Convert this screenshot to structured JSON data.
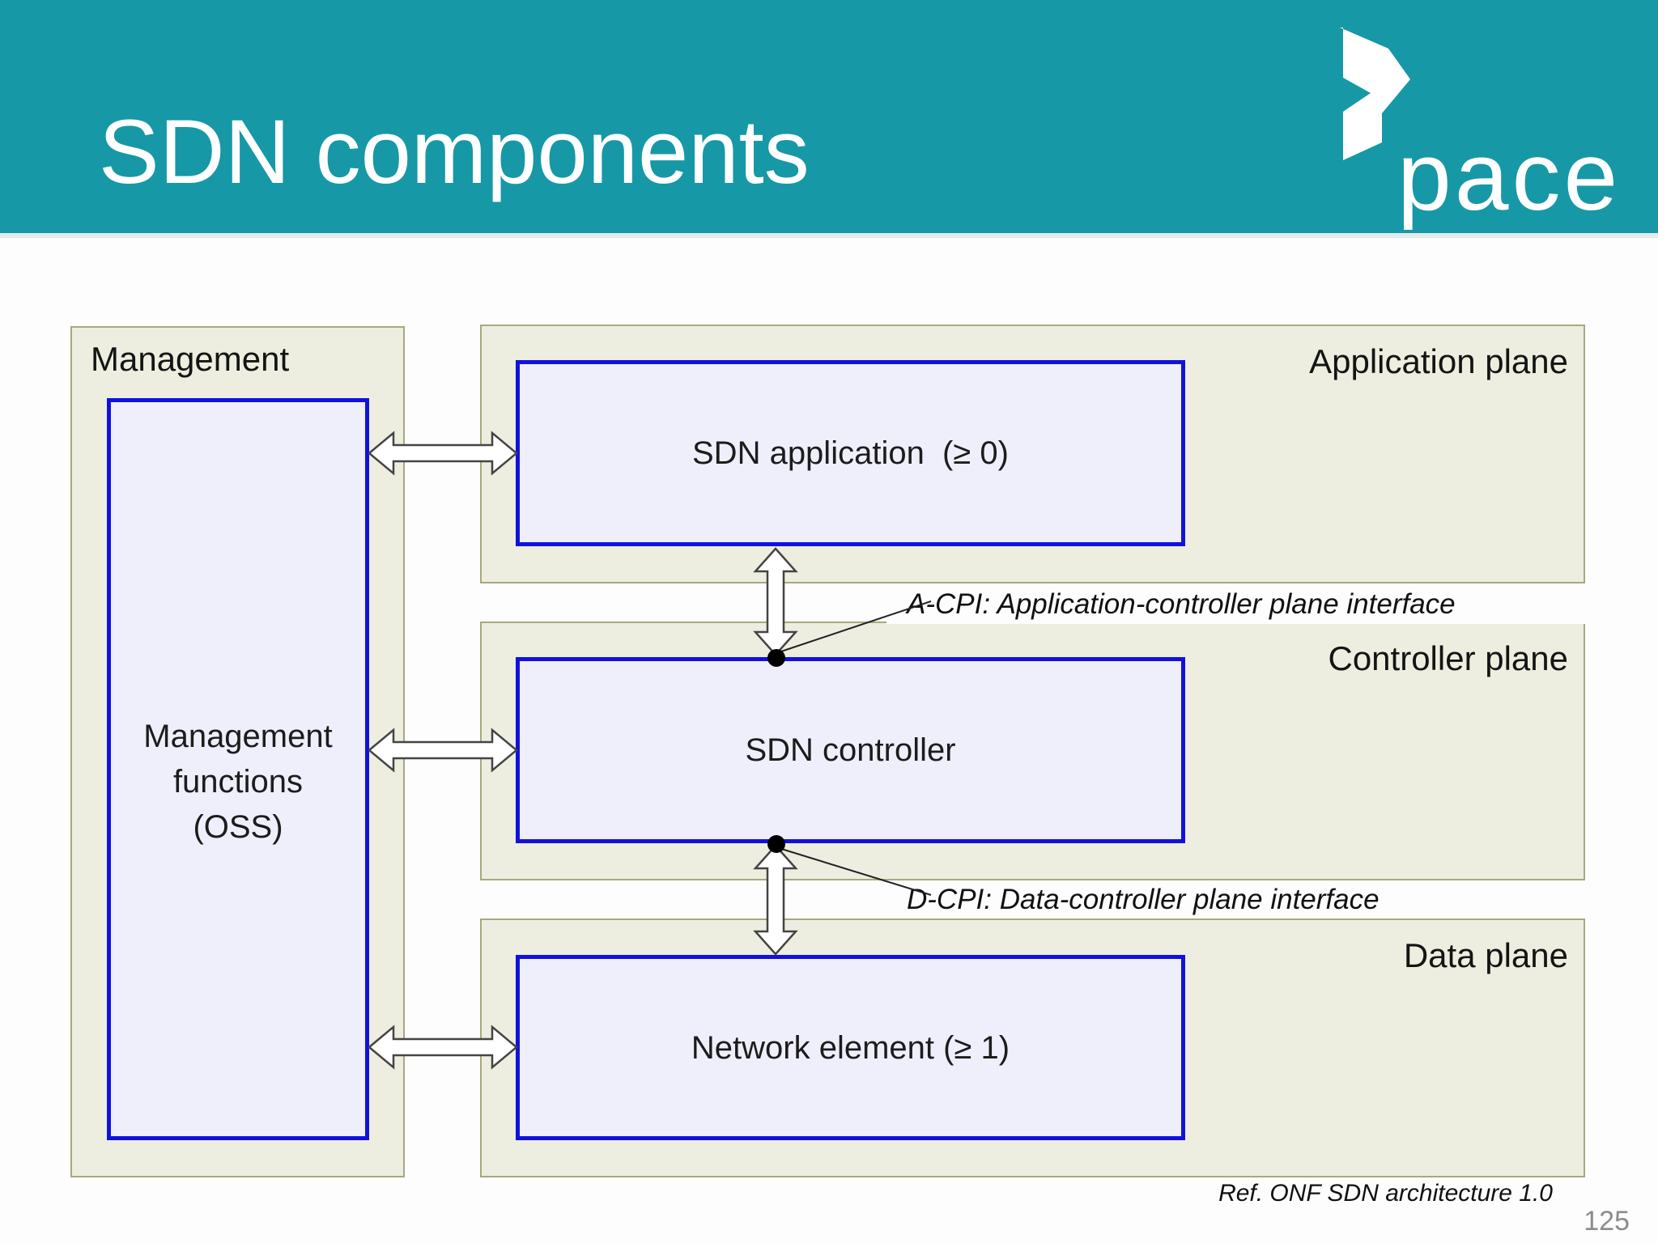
{
  "slide": {
    "title": "SDN components",
    "logo_text": "pace",
    "reference": "Ref. ONF SDN architecture 1.0",
    "page_number": "125"
  },
  "management": {
    "panel_label": "Management",
    "box_lines": [
      "Management",
      "functions",
      "(OSS)"
    ]
  },
  "planes": {
    "application": {
      "label": "Application plane",
      "box_label": "SDN application  (≥ 0)"
    },
    "controller": {
      "label": "Controller plane",
      "box_label": "SDN controller"
    },
    "data": {
      "label": "Data plane",
      "box_label": "Network element (≥ 1)"
    }
  },
  "interfaces": {
    "acpi": "A-CPI: Application-controller plane interface",
    "dcpi": "D-CPI: Data-controller plane interface"
  },
  "colors": {
    "header_teal": "#1798a6",
    "panel_fill": "#edeee0",
    "panel_border": "#a9a87e",
    "box_fill": "#efeffc",
    "box_border": "#1111dd",
    "arrow_fill": "#ffffff",
    "arrow_outline": "#444444",
    "title_text": "#ffffff",
    "body_text": "#141414",
    "page_number_gray": "#8c8c8c"
  }
}
